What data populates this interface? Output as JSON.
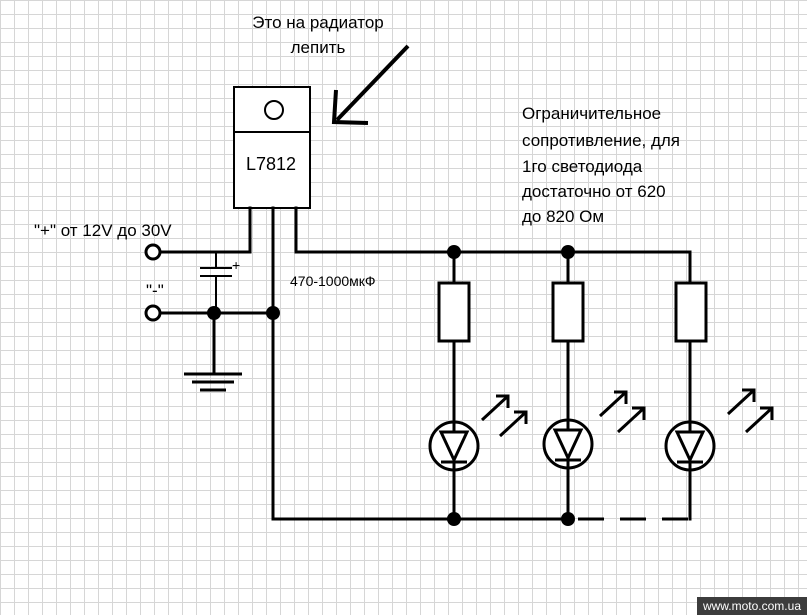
{
  "annotation": {
    "line1": "Это на радиатор",
    "line2": "лепить"
  },
  "regulator": {
    "label": "L7812"
  },
  "resistor_note": {
    "lines": [
      "Ограничительное",
      "сопротивление, для",
      "1го светодиода",
      "достаточно от 620",
      "до 820 Ом"
    ]
  },
  "inputs": {
    "plus_label": "\"+\"  от 12V до 30V",
    "minus_label": "\"-\""
  },
  "capacitor": {
    "label": "470-1000мкФ",
    "plus_sign": "+"
  },
  "watermark": "www.moto.com.ua"
}
